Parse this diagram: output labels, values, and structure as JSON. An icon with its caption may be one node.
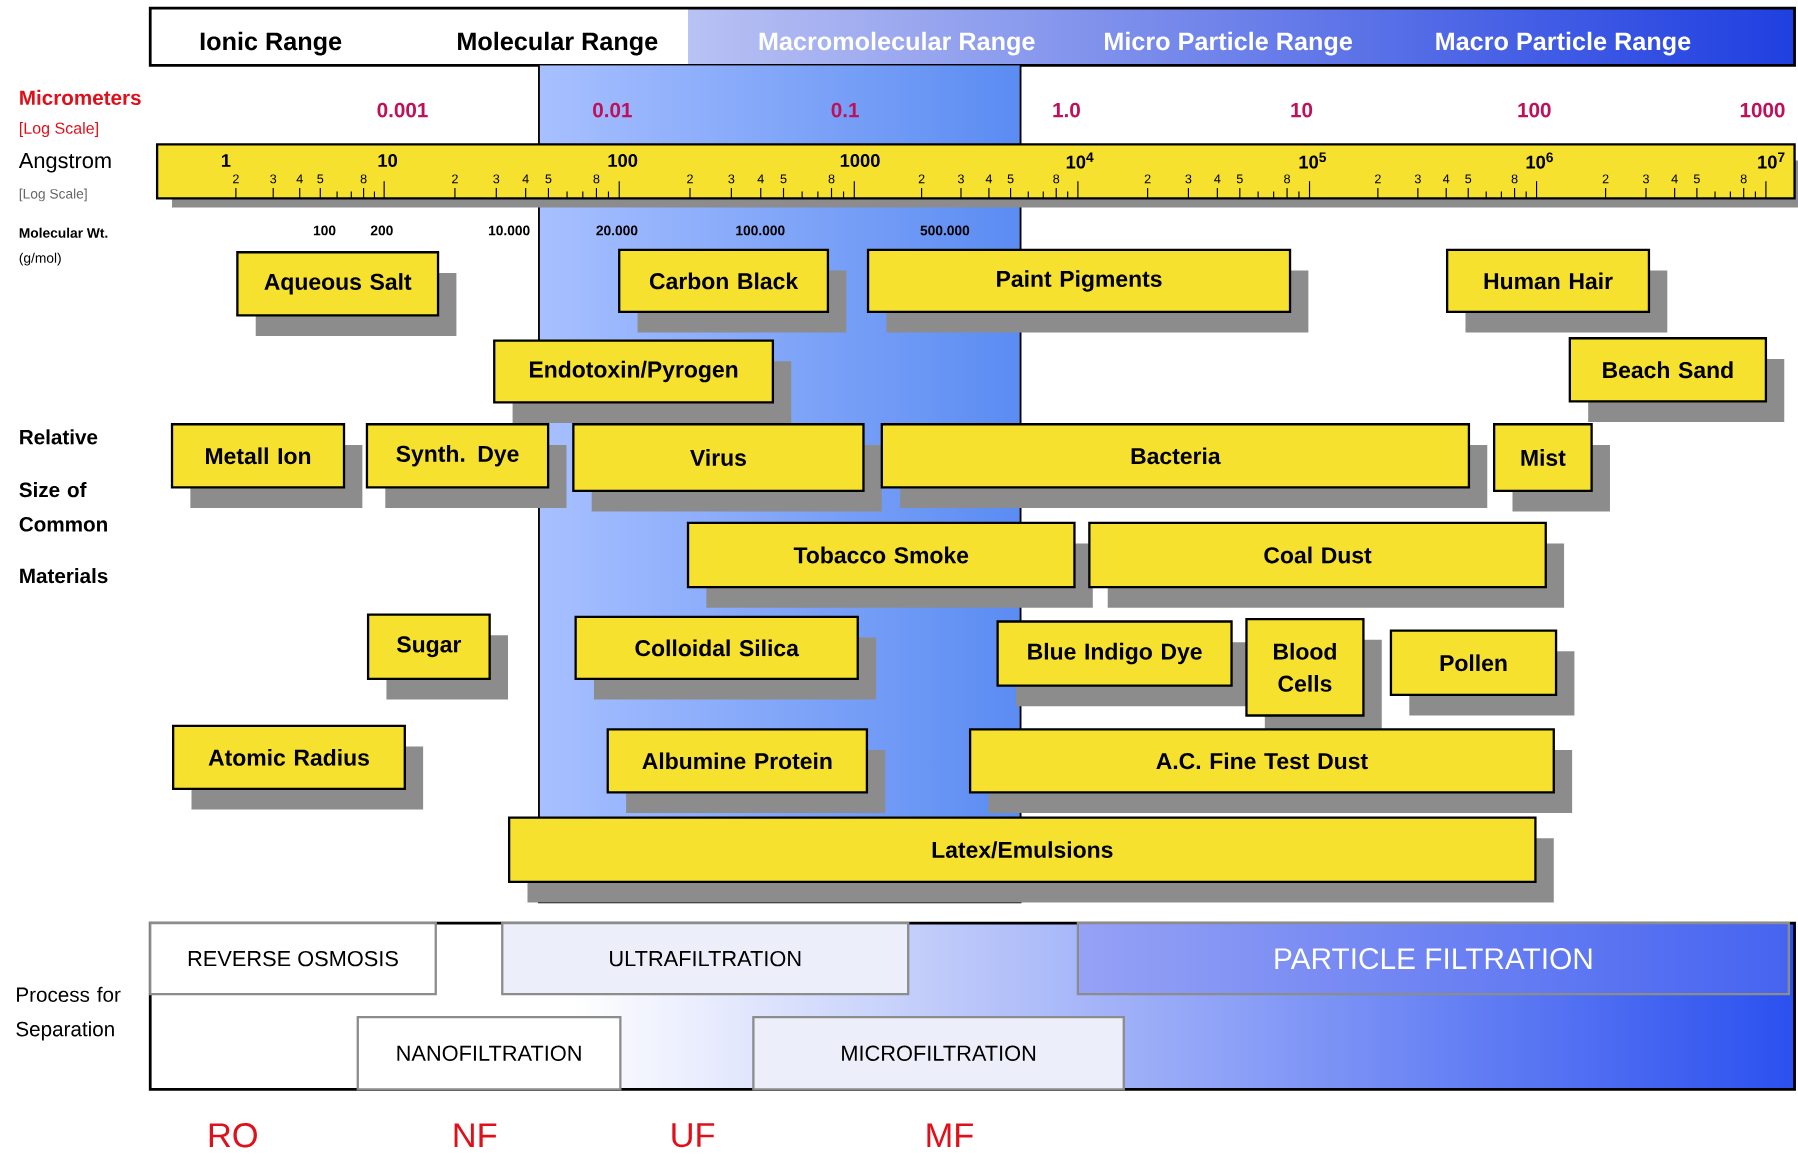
{
  "diagram": {
    "nodes": [
      {
        "text": [
          "Aqueous Salt"
        ]
      },
      {
        "text": [
          "Carbon Black"
        ]
      },
      {
        "text": [
          "Paint Pigments"
        ]
      },
      {
        "text": [
          "Human Hair"
        ]
      },
      {
        "text": [
          "Endotoxin/Pyrogen"
        ]
      },
      {
        "text": [
          "Beach Sand"
        ]
      },
      {
        "text": [
          "Metall Ion"
        ]
      },
      {
        "text": [
          "Synth. Dye"
        ]
      },
      {
        "text": [
          "Virus"
        ]
      },
      {
        "text": [
          "Bacteria"
        ]
      },
      {
        "text": [
          "Mist"
        ]
      },
      {
        "text": [
          "Tobacco Smoke"
        ]
      },
      {
        "text": [
          "Coal Dust"
        ]
      },
      {
        "text": [
          "Sugar"
        ]
      },
      {
        "text": [
          "Colloidal Silica"
        ]
      },
      {
        "text": [
          "Blue Indigo Dye"
        ]
      },
      {
        "text": [
          "Blood Cells"
        ]
      },
      {
        "text": [
          "Pollen"
        ]
      },
      {
        "text": [
          "Atomic Radius"
        ]
      },
      {
        "text": [
          "Albumine Protein"
        ]
      },
      {
        "text": [
          "A.C. Fine Test Dust"
        ]
      },
      {
        "text": [
          "Latex/Emulsions"
        ]
      },
      {
        "text": [
          "REVERSE OSMOSIS"
        ]
      },
      {
        "text": [
          "ULTRAFILTRATION"
        ]
      },
      {
        "text": [
          "PARTICLE FILTRATION"
        ]
      },
      {
        "text": [
          "NANOFILTRATION"
        ]
      },
      {
        "text": [
          "MICROFILTRATION"
        ]
      }
    ],
    "labels": [
      "Ionic Range",
      "Molecular Range",
      "Macromolecular Range",
      "Micro Particle Range",
      "Macro Particle Range",
      "Micrometers",
      "[Log Scale]",
      "0.001",
      "0.01",
      "0.1",
      "1.0",
      "10",
      "100",
      "1000",
      "Angstrom",
      "[Log Scale]",
      "1",
      "10",
      "100",
      "1000",
      "10$^{4}$",
      "10$^{5}$",
      "10$^{6}$",
      "10$^{7}$",
      "2",
      "3",
      "4",
      "5",
      "8",
      "2",
      "3",
      "4",
      "5",
      "8",
      "2",
      "3",
      "4",
      "5",
      "8",
      "2",
      "3",
      "4",
      "5",
      "8",
      "2",
      "3",
      "4",
      "5",
      "8",
      "2",
      "3",
      "4",
      "5",
      "8",
      "2",
      "3",
      "4",
      "5",
      "8",
      "Molecular Wt.",
      "(g/mol)",
      "100",
      "200",
      "10.000",
      "20.000",
      "100.000",
      "500.000",
      "Relative",
      "Size of Common",
      "Materials",
      "Process for Separation",
      "RO",
      "NF",
      "UF",
      "MF"
    ]
  }
}
